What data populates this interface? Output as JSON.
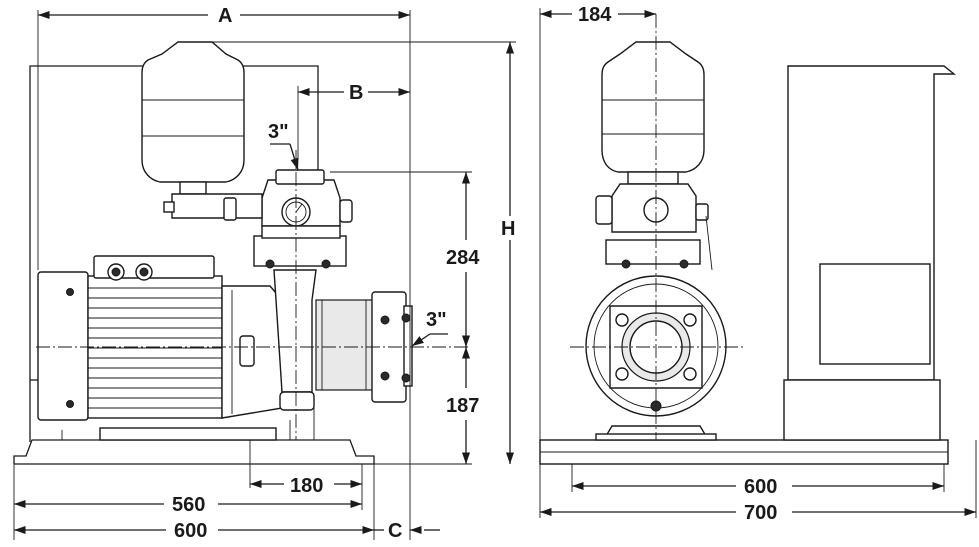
{
  "dimensions": {
    "a": "A",
    "b": "B",
    "c": "C",
    "h": "H",
    "inlet_size": "3\"",
    "outlet_size": "3\"",
    "height_upper": "284",
    "height_lower": "187",
    "offset_180": "180",
    "width_560": "560",
    "width_600_front": "600",
    "top_184": "184",
    "width_600_side": "600",
    "width_700": "700"
  }
}
